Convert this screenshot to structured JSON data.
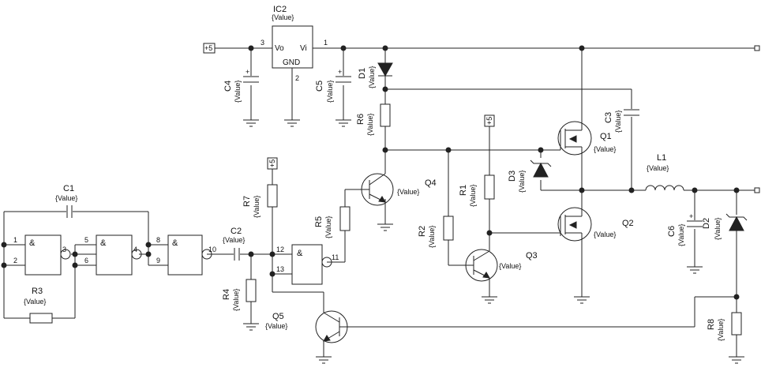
{
  "ic2": {
    "ref": "IC2",
    "value": "{Value}",
    "pin_vo": "Vo",
    "pin_vi": "Vi",
    "pin_gnd": "GND",
    "n_vo": "3",
    "n_vi": "1",
    "n_gnd": "2"
  },
  "vcc_label": "+5",
  "and_symbol": "&",
  "refs": {
    "C1": "C1",
    "C2": "C2",
    "C3": "C3",
    "C4": "C4",
    "C5": "C5",
    "C6": "C6",
    "R1": "R1",
    "R2": "R2",
    "R3": "R3",
    "R4": "R4",
    "R5": "R5",
    "R6": "R6",
    "R7": "R7",
    "R8": "R8",
    "D1": "D1",
    "D2": "D2",
    "D3": "D3",
    "L1": "L1",
    "Q1": "Q1",
    "Q2": "Q2",
    "Q3": "Q3",
    "Q4": "Q4",
    "Q5": "Q5"
  },
  "value_text": "{Value}",
  "gate_pins": {
    "p1": "1",
    "p2": "2",
    "p3": "3",
    "p4": "4",
    "p5": "5",
    "p6": "6",
    "p8": "8",
    "p9": "9",
    "p10": "10",
    "p11": "11",
    "p12": "12",
    "p13": "13"
  },
  "icons": {
    "ground": "ground-icon",
    "vcc": "vcc-flag-icon",
    "junction": "junction-dot-icon"
  }
}
